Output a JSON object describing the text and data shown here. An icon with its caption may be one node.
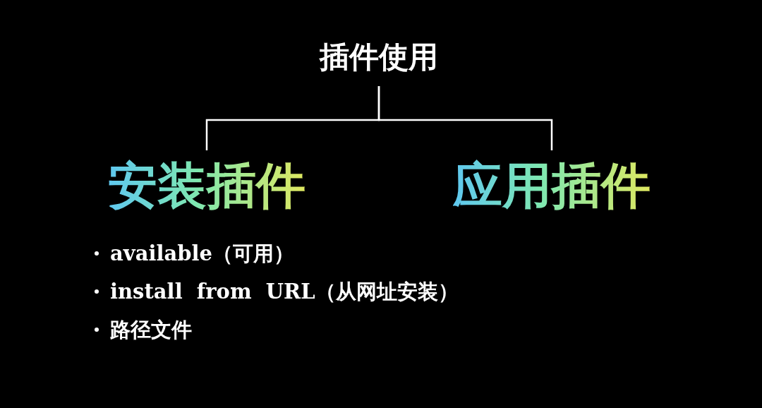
{
  "diagram": {
    "nodes": [
      {
        "text": [
          "插件使用"
        ]
      },
      {
        "text": [
          "安装插件"
        ]
      },
      {
        "text": [
          "应用插件"
        ]
      }
    ],
    "edges": [
      {
        "from": 0,
        "to": 1,
        "arrow": "none"
      },
      {
        "from": 0,
        "to": 2,
        "arrow": "none"
      }
    ],
    "labels": [
      "available（可用）",
      "install  from  URL（从网址安装）",
      "路径文件"
    ]
  }
}
